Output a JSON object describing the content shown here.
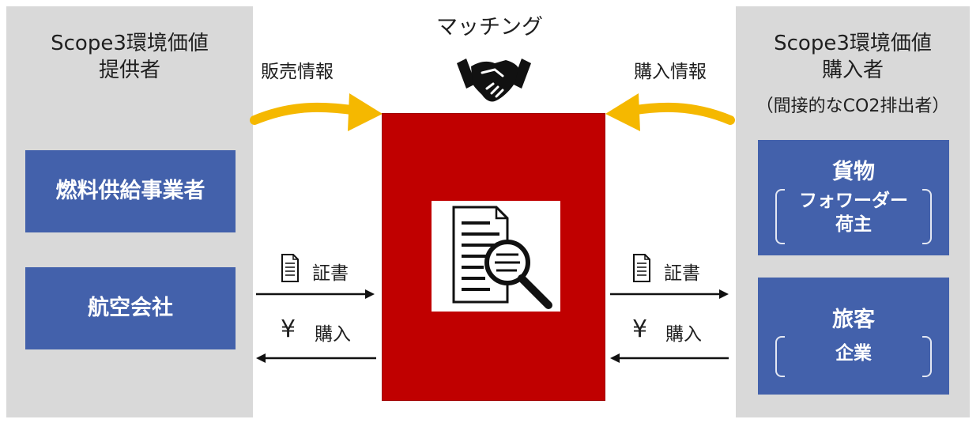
{
  "provider": {
    "title_line1": "Scope3環境価値",
    "title_line2": "提供者",
    "box_fuel": "燃料供給事業者",
    "box_airline": "航空会社"
  },
  "buyer": {
    "title_line1": "Scope3環境価値",
    "title_line2": "購入者",
    "title_note": "（間接的なCO2排出者）",
    "cargo_title": "貨物",
    "cargo_line1": "フォワーダー",
    "cargo_line2": "荷主",
    "passenger_title": "旅客",
    "passenger_line1": "企業"
  },
  "center": {
    "matching_label": "マッチング"
  },
  "flows": {
    "sales_info": "販売情報",
    "purchase_info": "購入情報",
    "certificate_left": "証書",
    "purchase_left": "購入",
    "certificate_right": "証書",
    "purchase_right": "購入",
    "yen_symbol": "¥"
  },
  "colors": {
    "panel_gray": "#d9d9d9",
    "box_blue": "#4361ab",
    "center_red": "#c00000",
    "arrow_orange": "#f5b800"
  }
}
